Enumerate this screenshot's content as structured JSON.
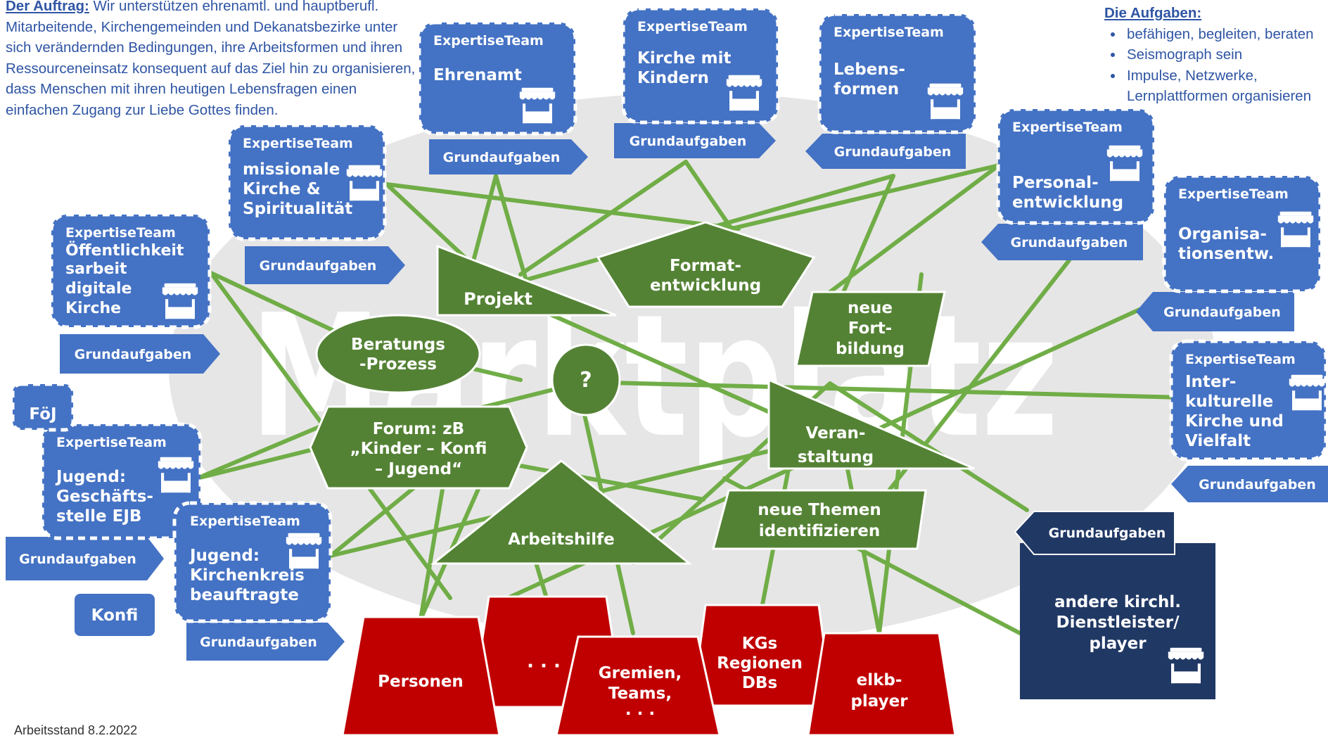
{
  "background_word": "Marktplatz",
  "auftrag": {
    "heading": "Der Auftrag:",
    "text": "Wir unterstützen ehrenamtl. und hauptberufl. Mitarbeitende, Kirchengemeinden und Dekanatsbezirke unter sich verändernden Bedingungen, ihre Arbeitsformen und ihren Ressourceneinsatz konsequent auf das Ziel hin zu organisieren, dass Menschen mit ihren heutigen Lebensfragen einen einfachen Zugang zur Liebe Gottes finden."
  },
  "aufgaben": {
    "title": "Die Aufgaben:",
    "items": [
      "befähigen, begleiten, beraten",
      "Seismograph sein",
      "Impulse, Netzwerke, Lernplattformen organisieren"
    ]
  },
  "team_header": "ExpertiseTeam",
  "grund_label": "Grundaufgaben",
  "teams": [
    {
      "id": "ehrenamt",
      "lines": [
        "Ehrenamt"
      ]
    },
    {
      "id": "kirche-mit-kindern",
      "lines": [
        "Kirche mit",
        "Kindern"
      ]
    },
    {
      "id": "lebensformen",
      "lines": [
        "Lebens-",
        "formen"
      ]
    },
    {
      "id": "missionale-kirche",
      "lines": [
        "missionale",
        "Kirche &",
        "Spiritualität"
      ]
    },
    {
      "id": "oeffentlichkeitsarbeit",
      "lines": [
        "Öffentlichkeit",
        "sarbeit",
        "digitale",
        "Kirche"
      ]
    },
    {
      "id": "personalentwicklung",
      "lines": [
        "Personal-",
        "entwicklung"
      ]
    },
    {
      "id": "organisationsentwicklung",
      "lines": [
        "Organisa-",
        "tionsentw."
      ]
    },
    {
      "id": "interkulturelle-kirche",
      "lines": [
        "Inter-",
        "kulturelle",
        "Kirche und",
        "Vielfalt"
      ]
    },
    {
      "id": "jugend-ejb",
      "lines": [
        "Jugend:",
        "Geschäfts-",
        "stelle EJB"
      ]
    },
    {
      "id": "jugend-kirchenkreis",
      "lines": [
        "Jugend:",
        "Kirchenkreis",
        "beauftragte"
      ]
    }
  ],
  "small_boxes": {
    "foej": "FöJ",
    "konfi": "Konfi"
  },
  "formats": [
    {
      "id": "projekt",
      "lines": [
        "Projekt"
      ]
    },
    {
      "id": "formatentwicklung",
      "lines": [
        "Format-",
        "entwicklung"
      ]
    },
    {
      "id": "beratungsprozess",
      "lines": [
        "Beratungs",
        "-Prozess"
      ]
    },
    {
      "id": "question",
      "lines": [
        "?"
      ]
    },
    {
      "id": "neue-fortbildung",
      "lines": [
        "neue",
        "Fort-",
        "bildung"
      ]
    },
    {
      "id": "forum",
      "lines": [
        "Forum: zB",
        "„Kinder – Konfi",
        "– Jugend“"
      ]
    },
    {
      "id": "veranstaltung",
      "lines": [
        "Veran-",
        "staltung"
      ]
    },
    {
      "id": "neue-themen",
      "lines": [
        "neue Themen",
        "identifizieren"
      ]
    },
    {
      "id": "arbeitshilfe",
      "lines": [
        "Arbeitshilfe"
      ]
    }
  ],
  "stakeholders": [
    {
      "id": "personen",
      "lines": [
        "Personen"
      ]
    },
    {
      "id": "dots",
      "lines": [
        "· · ·"
      ]
    },
    {
      "id": "gremien",
      "lines": [
        "Gremien,",
        "Teams,",
        "· · ·"
      ]
    },
    {
      "id": "kgs",
      "lines": [
        "KGs",
        "Regionen",
        "DBs"
      ]
    },
    {
      "id": "elkb",
      "lines": [
        "elkb-",
        "player"
      ]
    }
  ],
  "andere": {
    "grund": "Grundaufgaben",
    "lines": [
      "andere kirchl.",
      "Dienstleister/",
      "player"
    ]
  },
  "footer": "Arbeitsstand 8.2.2022",
  "colors": {
    "team_blue": "#4472c4",
    "dark_navy": "#203864",
    "format_green": "#548235",
    "line_green": "#70ad47",
    "stake_red": "#c00000",
    "text_blue": "#2f55a4",
    "ellipse_gray": "#e7e6e6"
  }
}
